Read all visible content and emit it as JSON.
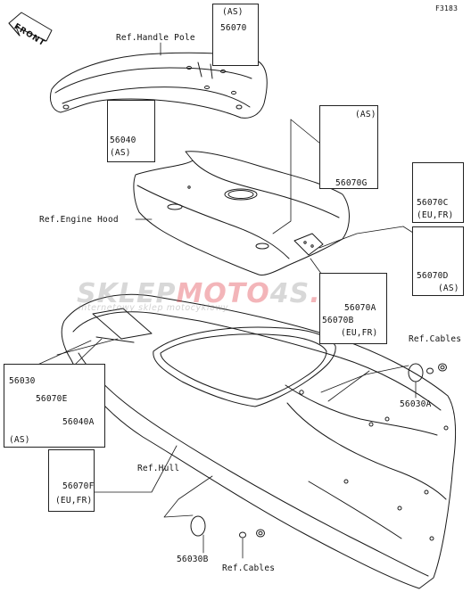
{
  "diagram_id": "F3183",
  "front_label": "FRONT",
  "watermark": {
    "brand_part1": "SKLEP",
    "brand_part2": "MOTO",
    "brand_part3": "4S",
    "brand_part4": ".PL",
    "tagline": "internetowy sklep motocyklowy",
    "brand_gray": "#9a9a9a",
    "brand_red": "#e0404a"
  },
  "references": {
    "handle_pole": "Ref.Handle Pole",
    "engine_hood": "Ref.Engine Hood",
    "hull": "Ref.Hull",
    "cables_right": "Ref.Cables",
    "cables_bottom": "Ref.Cables"
  },
  "parts": {
    "p56070_top": {
      "number": "56070",
      "note": "(AS)"
    },
    "p56040": {
      "number": "56040",
      "note": "(AS)"
    },
    "p56070g": {
      "number": "56070G",
      "note": "(AS)"
    },
    "p56070c": {
      "number": "56070C",
      "note": "(EU,FR)"
    },
    "p56070d": {
      "number": "56070D",
      "note": "(AS)"
    },
    "p56070a": {
      "number": "56070A"
    },
    "p56070b": {
      "number": "56070B",
      "note": "(EU,FR)"
    },
    "p56030a": {
      "number": "56030A"
    },
    "p56030": {
      "number": "56030"
    },
    "p56070e": {
      "number": "56070E"
    },
    "p56040a": {
      "number": "56040A"
    },
    "group_left_note": "(AS)",
    "p56070f": {
      "number": "56070F",
      "note": "(EU,FR)"
    },
    "p56030b": {
      "number": "56030B"
    }
  }
}
